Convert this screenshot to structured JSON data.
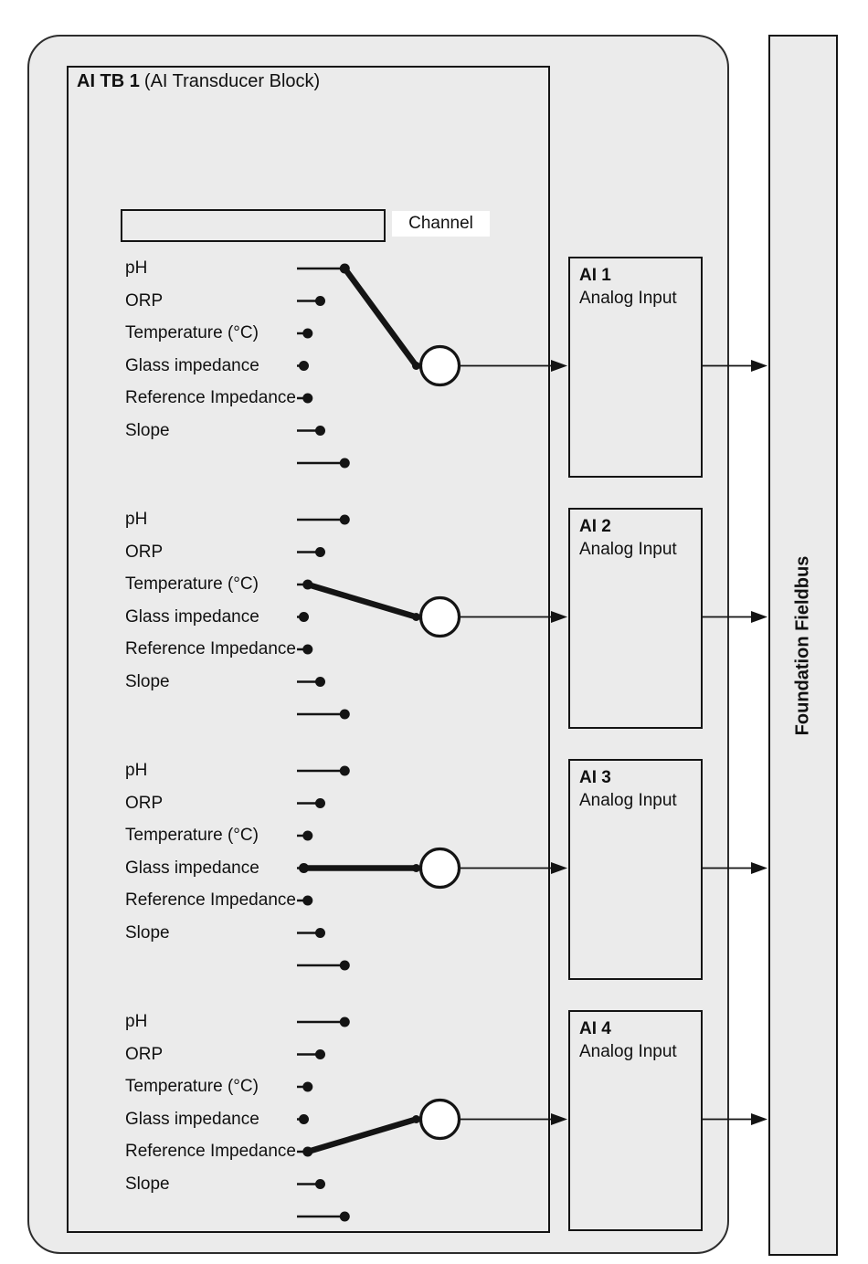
{
  "colors": {
    "page_background": "#ffffff",
    "panel_fill": "#ebebeb",
    "line_color": "#141414",
    "switch_hub_fill": "#ffffff"
  },
  "transducer_block": {
    "title_bold": "AI TB 1",
    "title_rest": "(AI Transducer Block)",
    "channel_label": "Channel"
  },
  "switch_groups": [
    {
      "name": "switch-group-1",
      "selected_input": "pH",
      "selected_index": 0,
      "inputs": [
        "pH",
        "ORP",
        "Temperature (°C)",
        "Glass impedance",
        "Reference Impedance",
        "Slope",
        ""
      ]
    },
    {
      "name": "switch-group-2",
      "selected_input": "Temperature (°C)",
      "selected_index": 2,
      "inputs": [
        "pH",
        "ORP",
        "Temperature (°C)",
        "Glass impedance",
        "Reference Impedance",
        "Slope",
        ""
      ]
    },
    {
      "name": "switch-group-3",
      "selected_input": "Glass impedance",
      "selected_index": 3,
      "inputs": [
        "pH",
        "ORP",
        "Temperature (°C)",
        "Glass impedance",
        "Reference Impedance",
        "Slope",
        ""
      ]
    },
    {
      "name": "switch-group-4",
      "selected_input": "Reference Impedance",
      "selected_index": 4,
      "inputs": [
        "pH",
        "ORP",
        "Temperature (°C)",
        "Glass impedance",
        "Reference Impedance",
        "Slope",
        ""
      ]
    }
  ],
  "ai_blocks": [
    {
      "name": "AI 1",
      "subtitle": "Analog Input"
    },
    {
      "name": "AI 2",
      "subtitle": "Analog Input"
    },
    {
      "name": "AI 3",
      "subtitle": "Analog Input"
    },
    {
      "name": "AI 4",
      "subtitle": "Analog Input"
    }
  ],
  "fieldbus": {
    "label": "Foundation Fieldbus"
  }
}
